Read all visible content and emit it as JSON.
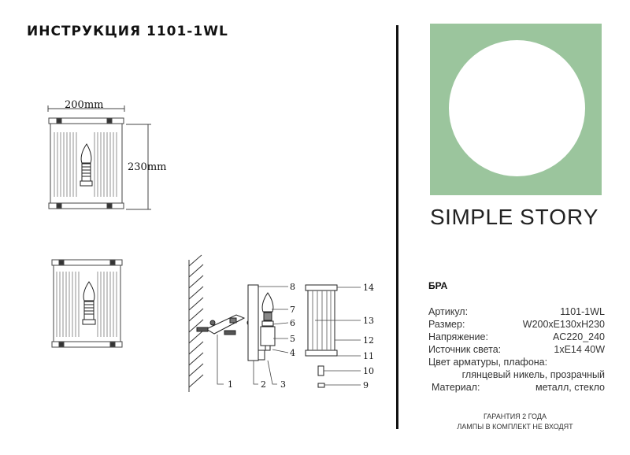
{
  "title": "ИНСТРУКЦИЯ 1101-1WL",
  "dimensions": {
    "width": "200mm",
    "height": "230mm"
  },
  "parts": [
    "1",
    "2",
    "3",
    "4",
    "5",
    "6",
    "7",
    "8",
    "9",
    "10",
    "11",
    "12",
    "13",
    "14"
  ],
  "brand": {
    "word1": "SIMPLE",
    "word2": "STORY",
    "accent": "#9bc59d"
  },
  "product_type": "БРА",
  "specs": [
    {
      "label": "Артикул:",
      "value": "1101-1WL"
    },
    {
      "label": "Размер:",
      "value": "W200xE130xH230"
    },
    {
      "label": "Напряжение:",
      "value": "AC220_240"
    },
    {
      "label": "Источник света:",
      "value": "1xE14 40W"
    },
    {
      "label": "Цвет арматуры, плафона:",
      "value": ""
    },
    {
      "label": "",
      "value": "глянцевый никель, прозрачный"
    },
    {
      "label": "Материал:",
      "value": "металл, стекло"
    }
  ],
  "footer": {
    "line1": "ГАРАНТИЯ 2 ГОДА",
    "line2": "ЛАМПЫ В КОМПЛЕКТ НЕ ВХОДЯТ"
  }
}
